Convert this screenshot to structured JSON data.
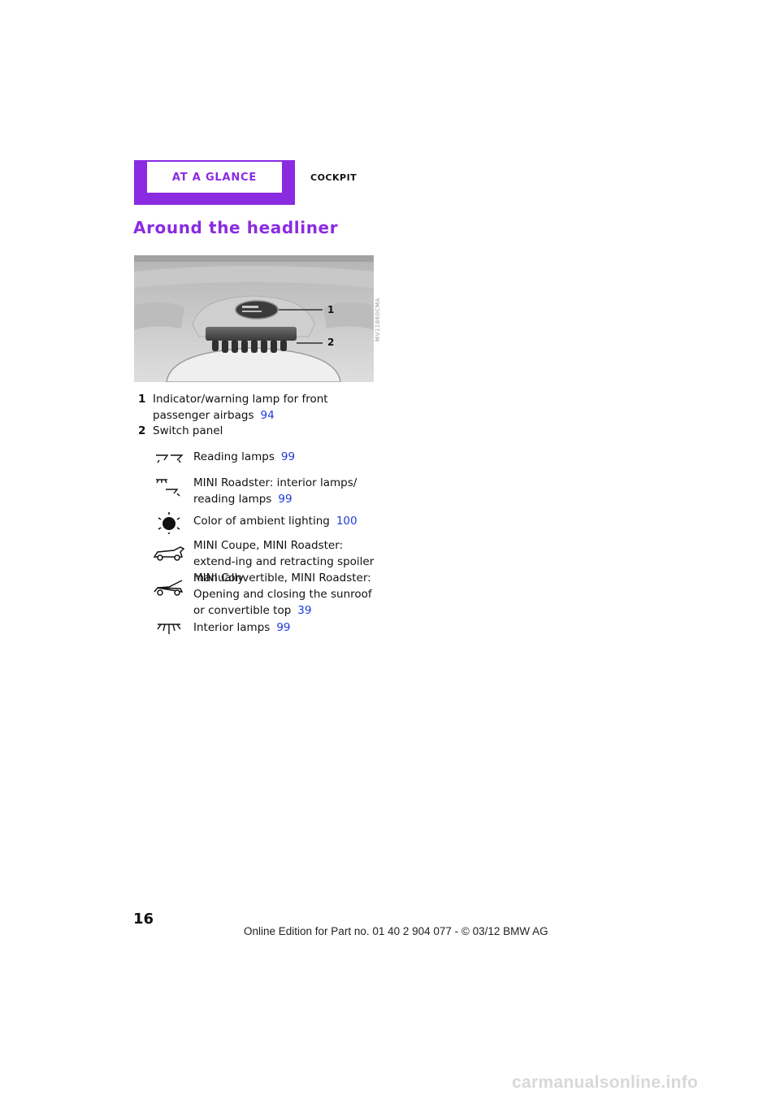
{
  "header": {
    "tab_label": "AT A GLANCE",
    "section_label": "COCKPIT"
  },
  "heading": "Around the headliner",
  "figure": {
    "code": "MV11860CMA",
    "callouts": [
      "1",
      "2"
    ]
  },
  "list": [
    {
      "num": "1",
      "text": "Indicator/warning lamp for front passenger airbags",
      "ref": "94"
    },
    {
      "num": "2",
      "text": "Switch panel",
      "ref": ""
    }
  ],
  "switch_items": [
    {
      "icon": "reading-lamps-icon",
      "text": "Reading lamps",
      "ref": "99"
    },
    {
      "icon": "interior-reading-lamps-icon",
      "text": "MINI Roadster: interior lamps/ reading lamps",
      "ref": "99"
    },
    {
      "icon": "ambient-lighting-icon",
      "text": "Color of ambient lighting",
      "ref": "100"
    },
    {
      "icon": "spoiler-car-icon",
      "text": "MINI Coupe, MINI Roadster: extend-ing and retracting spoiler manually",
      "ref": ""
    },
    {
      "icon": "convertible-top-icon",
      "text": "MINI Convertible, MINI Roadster: Opening and closing the sunroof or convertible top",
      "ref": "39"
    },
    {
      "icon": "interior-lamps-icon",
      "text": "Interior lamps",
      "ref": "99"
    }
  ],
  "page_number": "16",
  "footer": "Online Edition for Part no. 01 40 2 904 077 - © 03/12 BMW AG",
  "watermark": "carmanualsonline.info",
  "colors": {
    "accent": "#8a2be2",
    "link": "#1e3adc"
  }
}
